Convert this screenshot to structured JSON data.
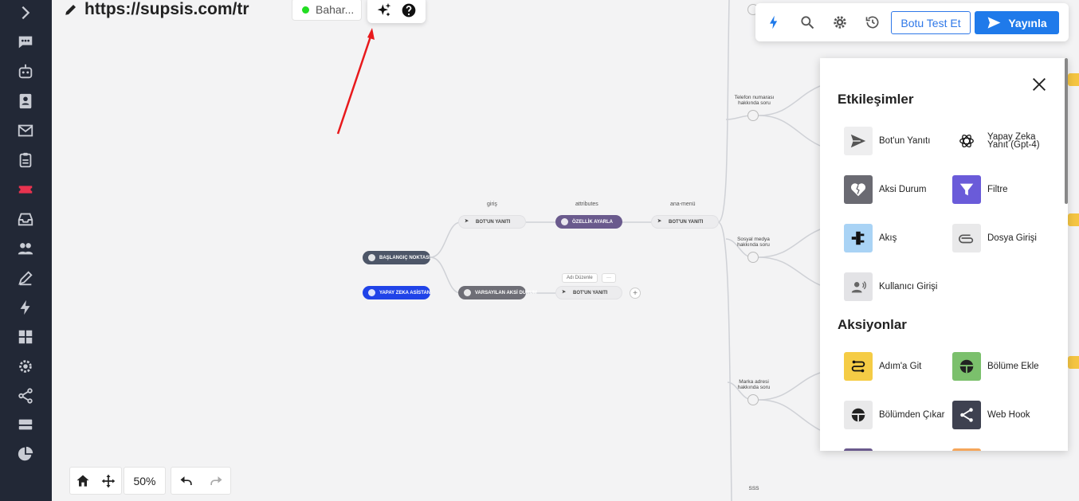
{
  "header": {
    "url": "https://supsis.com/tr",
    "status_label": "Bahar...",
    "status_color": "#22dd22"
  },
  "sidebar": {
    "items": [
      {
        "icon": "chevron-right-icon"
      },
      {
        "icon": "chat-icon"
      },
      {
        "icon": "bot-icon"
      },
      {
        "icon": "contact-card-icon"
      },
      {
        "icon": "mail-icon"
      },
      {
        "icon": "clipboard-icon"
      },
      {
        "icon": "ticket-icon",
        "active": true
      },
      {
        "icon": "inbox-icon"
      },
      {
        "icon": "users-icon"
      },
      {
        "icon": "edit-icon"
      },
      {
        "icon": "lightning-icon"
      },
      {
        "icon": "grid-icon"
      },
      {
        "icon": "settings-icon"
      },
      {
        "icon": "share-icon"
      },
      {
        "icon": "server-icon"
      },
      {
        "icon": "pie-chart-icon"
      }
    ]
  },
  "flow": {
    "start": "BAŞLANGIÇ NOKTASI",
    "ai_assistant": "YAPAY ZEKA ASİSTAN",
    "label_giris": "giriş",
    "label_attributes": "attributes",
    "label_menu": "ana-menü",
    "node_bot_reply_1": "BOT'UN YANITI",
    "node_attribute": "ÖZELLİK AYARLA",
    "node_bot_reply_2": "BOT'UN YANITI",
    "node_fallback": "VARSAYILAN AKSİ DURUM",
    "node_bot_reply_3": "BOT'UN YANITI",
    "edit_name": "Adı Düzenle",
    "more": "···",
    "plus": "+",
    "branch_phone": "Telefon numarası hakkında soru",
    "branch_social": "Sosyal medya hakkında soru",
    "branch_brand": "Marka adresi hakkında soru",
    "branch_sss": "SSS"
  },
  "toolbar": {
    "test_label": "Botu Test Et",
    "publish_label": "Yayınla",
    "accent": "#1f7aea"
  },
  "panel": {
    "interactions_title": "Etkileşimler",
    "actions_title": "Aksiyonlar",
    "interactions": [
      {
        "label": "Bot'un Yanıtı",
        "icon": "send-icon"
      },
      {
        "label": "Yapay Zeka Yanıt (Gpt-4)",
        "icon": "openai-icon"
      },
      {
        "label": "Aksi Durum",
        "icon": "broken-heart-icon"
      },
      {
        "label": "Filtre",
        "icon": "filter-icon"
      },
      {
        "label": "Akış",
        "icon": "flow-icon"
      },
      {
        "label": "Dosya Girişi",
        "icon": "paperclip-icon"
      },
      {
        "label": "Kullanıcı Girişi",
        "icon": "user-voice-icon"
      }
    ],
    "actions": [
      {
        "label": "Adım'a Git",
        "icon": "goto-step-icon"
      },
      {
        "label": "Bölüme Ekle",
        "icon": "add-segment-icon"
      },
      {
        "label": "Bölümden Çıkar",
        "icon": "remove-segment-icon"
      },
      {
        "label": "Web Hook",
        "icon": "webhook-icon"
      }
    ]
  },
  "controls": {
    "zoom": "50%"
  }
}
